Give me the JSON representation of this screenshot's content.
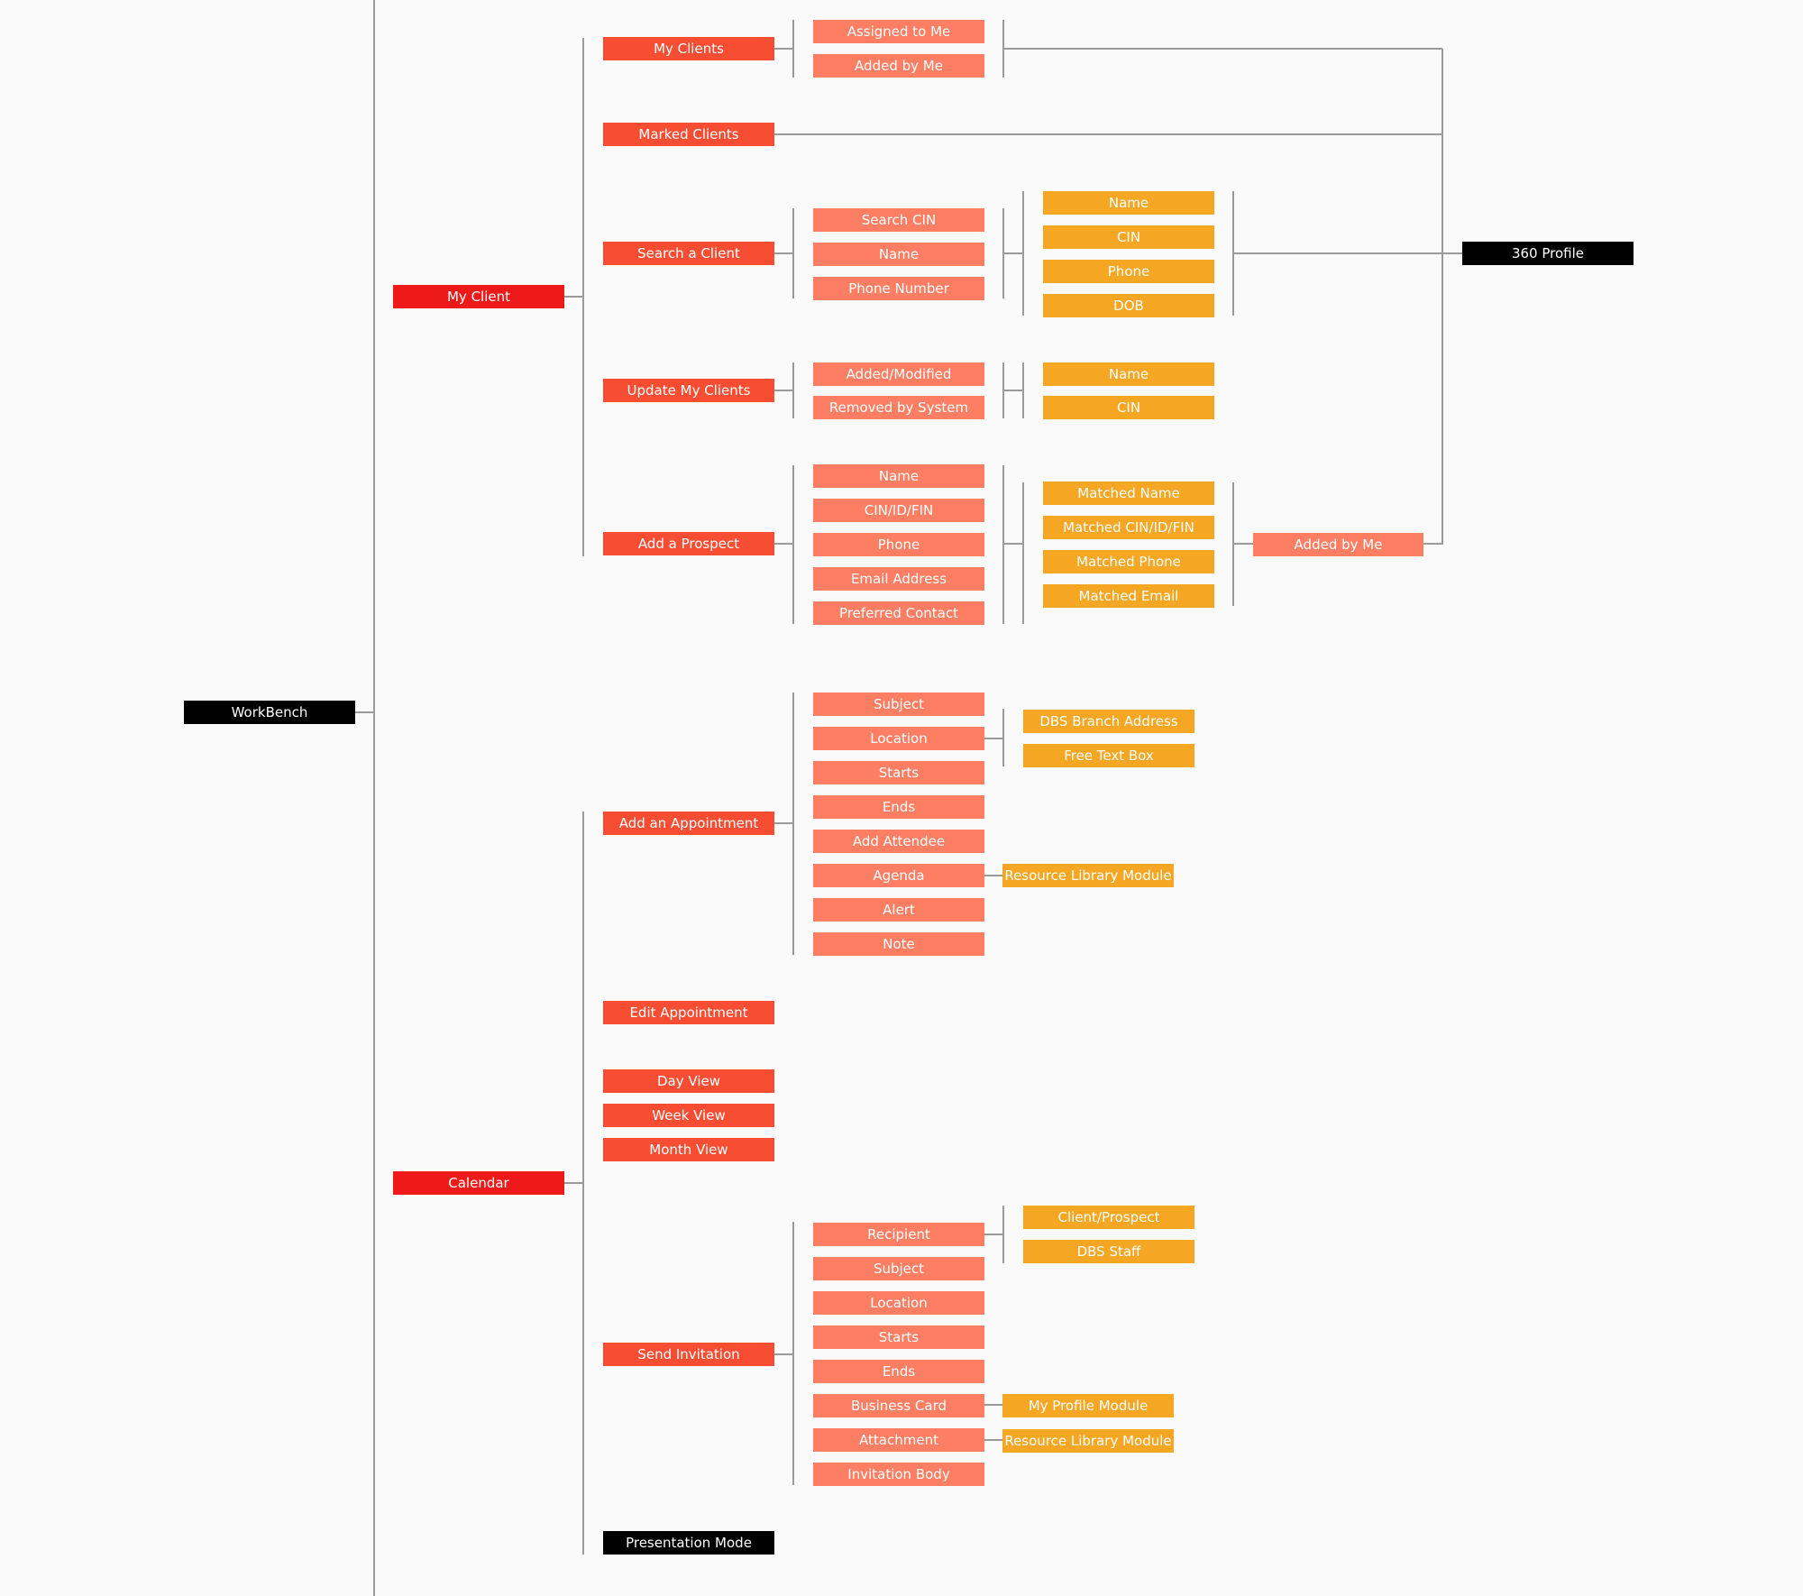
{
  "colors": {
    "root": "#000000",
    "level1": "#ee1a1a",
    "level2": "#f64d33",
    "level3": "#fd7e62",
    "level4": "#f5a623",
    "connector": "#9a9a9a",
    "text": "#ffffff",
    "background": "#fafafa"
  },
  "nodes": {
    "workbench": "WorkBench",
    "my_client": "My Client",
    "calendar": "Calendar",
    "profile360": "360 Profile",
    "my_clients": "My Clients",
    "assigned_to_me": "Assigned to Me",
    "added_by_me": "Added by Me",
    "marked_clients": "Marked Clients",
    "search_client": "Search a Client",
    "search_cin": "Search CIN",
    "search_name": "Name",
    "search_phone_number": "Phone Number",
    "result_name": "Name",
    "result_cin": "CIN",
    "result_phone": "Phone",
    "result_dob": "DOB",
    "update_clients": "Update My Clients",
    "added_modified": "Added/Modified",
    "removed_by_system": "Removed by System",
    "update_name": "Name",
    "update_cin": "CIN",
    "add_prospect": "Add a Prospect",
    "prospect_name": "Name",
    "prospect_cin": "CIN/ID/FIN",
    "prospect_phone": "Phone",
    "prospect_email": "Email Address",
    "prospect_contact": "Preferred Contact",
    "matched_name": "Matched Name",
    "matched_cin": "Matched CIN/ID/FIN",
    "matched_phone": "Matched Phone",
    "matched_email": "Matched Email",
    "prospect_added_by_me": "Added by Me",
    "add_appointment": "Add an Appointment",
    "appt_subject": "Subject",
    "appt_location": "Location",
    "appt_starts": "Starts",
    "appt_ends": "Ends",
    "appt_attendee": "Add Attendee",
    "appt_agenda": "Agenda",
    "appt_alert": "Alert",
    "appt_note": "Note",
    "dbs_branch": "DBS Branch Address",
    "free_text": "Free Text Box",
    "resource_library_1": "Resource Library Module",
    "edit_appointment": "Edit Appointment",
    "day_view": "Day View",
    "week_view": "Week View",
    "month_view": "Month View",
    "send_invitation": "Send Invitation",
    "inv_recipient": "Recipient",
    "inv_subject": "Subject",
    "inv_location": "Location",
    "inv_starts": "Starts",
    "inv_ends": "Ends",
    "inv_business_card": "Business Card",
    "inv_attachment": "Attachment",
    "inv_body": "Invitation Body",
    "client_prospect": "Client/Prospect",
    "dbs_staff": "DBS Staff",
    "my_profile_module": "My Profile Module",
    "resource_library_2": "Resource Library Module",
    "presentation_mode": "Presentation Mode"
  }
}
